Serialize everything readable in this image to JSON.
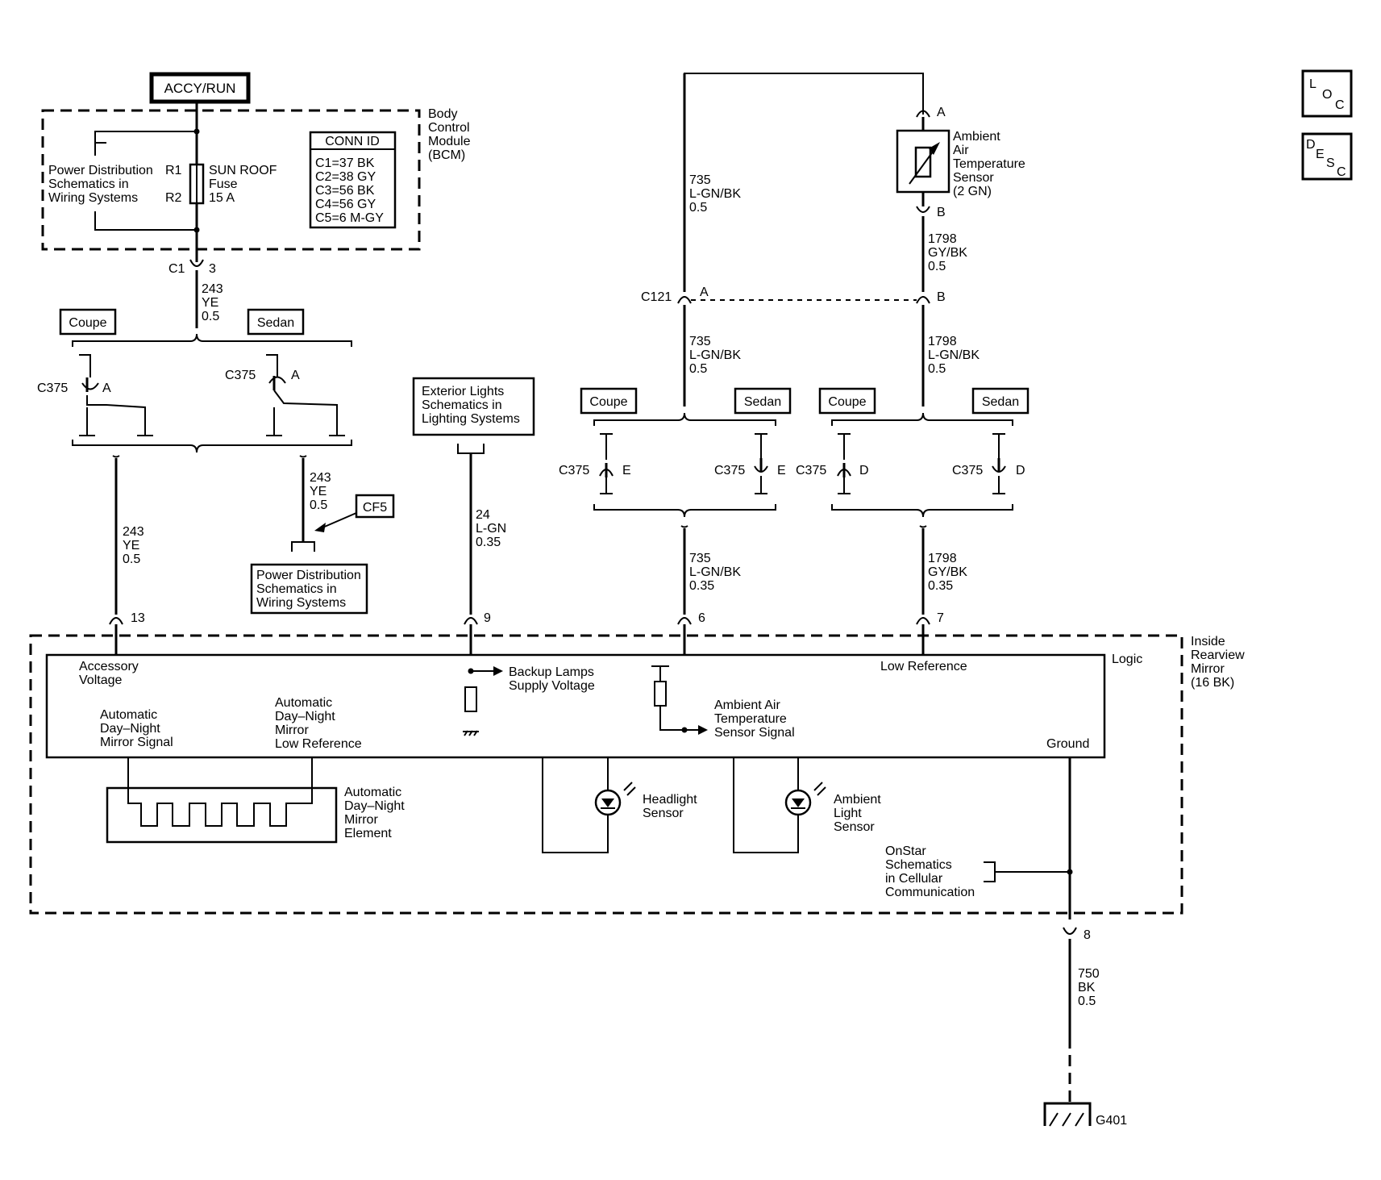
{
  "source": {
    "label": "ACCY/RUN"
  },
  "bcm": {
    "name_lines": [
      "Body",
      "Control",
      "Module",
      "(BCM)"
    ],
    "pd_ref_lines": [
      "Power Distribution",
      "Schematics in",
      "Wiring Systems"
    ],
    "r1": "R1",
    "r2": "R2",
    "fuse_lines": [
      "SUN ROOF",
      "Fuse",
      "15 A"
    ],
    "conn_id_title": "CONN ID",
    "conn_ids": [
      "C1=37 BK",
      "C2=38 GY",
      "C3=56 BK",
      "C4=56 GY",
      "C5=6 M-GY"
    ],
    "out_conn": "C1",
    "out_pin": "3"
  },
  "wires": {
    "w243_top": [
      "243",
      "YE",
      "0.5"
    ],
    "w243_left": [
      "243",
      "YE",
      "0.5"
    ],
    "w243_right": [
      "243",
      "YE",
      "0.5"
    ],
    "w24": [
      "24",
      "L-GN",
      "0.35"
    ],
    "w735_top": [
      "735",
      "L-GN/BK",
      "0.5"
    ],
    "w735_mid": [
      "735",
      "L-GN/BK",
      "0.5"
    ],
    "w735_bot": [
      "735",
      "L-GN/BK",
      "0.35"
    ],
    "w1798_top": [
      "1798",
      "GY/BK",
      "0.5"
    ],
    "w1798_mid": [
      "1798",
      "L-GN/BK",
      "0.5"
    ],
    "w1798_bot": [
      "1798",
      "GY/BK",
      "0.35"
    ],
    "w750": [
      "750",
      "BK",
      "0.5"
    ]
  },
  "variants": {
    "coupe": "Coupe",
    "sedan": "Sedan"
  },
  "connectors": {
    "c375": "C375",
    "pin_a": "A",
    "pin_e": "E",
    "pin_d": "D",
    "c121": "C121",
    "c121_a": "A",
    "c121_b": "B"
  },
  "cf5": "CF5",
  "pd_ref2_lines": [
    "Power Distribution",
    "Schematics in",
    "Wiring Systems"
  ],
  "ext_lights_lines": [
    "Exterior Lights",
    "Schematics in",
    "Lighting Systems"
  ],
  "sensor": {
    "name_lines": [
      "Ambient",
      "Air",
      "Temperature",
      "Sensor",
      "(2 GN)"
    ],
    "pin_a": "A",
    "pin_b": "B"
  },
  "mirror": {
    "name_lines": [
      "Inside",
      "Rearview",
      "Mirror",
      "(16 BK)"
    ],
    "pins": {
      "p13": "13",
      "p9": "9",
      "p6": "6",
      "p7": "7",
      "p8": "8"
    },
    "logic": "Logic",
    "accessory_lines": [
      "Accessory",
      "Voltage"
    ],
    "adn_signal_lines": [
      "Automatic",
      "Day–Night",
      "Mirror Signal"
    ],
    "adn_lowref_lines": [
      "Automatic",
      "Day–Night",
      "Mirror",
      "Low Reference"
    ],
    "backup_lines": [
      "Backup Lamps",
      "Supply Voltage"
    ],
    "aat_signal_lines": [
      "Ambient Air",
      "Temperature",
      "Sensor Signal"
    ],
    "low_ref": "Low Reference",
    "ground": "Ground",
    "element_lines": [
      "Automatic",
      "Day–Night",
      "Mirror",
      "Element"
    ],
    "headlight_lines": [
      "Headlight",
      "Sensor"
    ],
    "ambient_light_lines": [
      "Ambient",
      "Light",
      "Sensor"
    ],
    "onstar_lines": [
      "OnStar",
      "Schematics",
      "in Cellular",
      "Communication"
    ]
  },
  "ground_id": "G401",
  "side_icons": {
    "loc": [
      "L",
      "O",
      "C"
    ],
    "desc": [
      "D",
      "E",
      "S",
      "C"
    ]
  }
}
